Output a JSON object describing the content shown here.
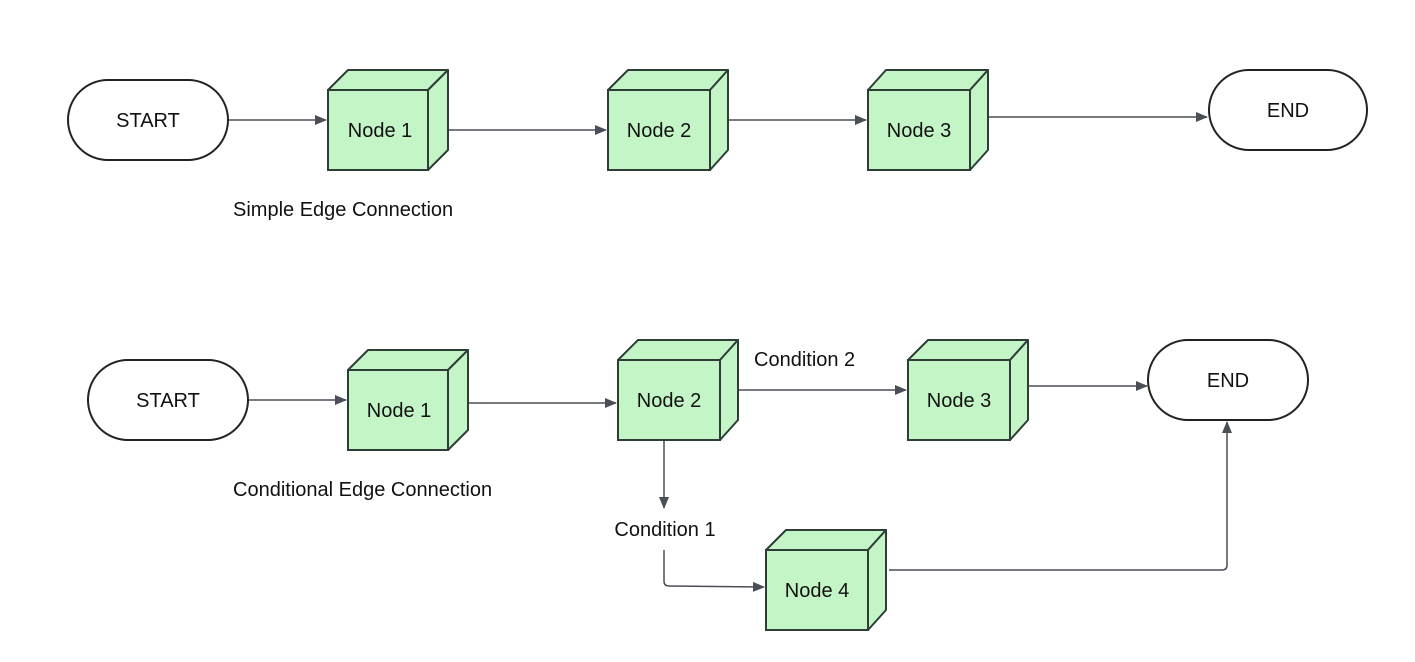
{
  "simple": {
    "start": "START",
    "node1": "Node 1",
    "node2": "Node 2",
    "node3": "Node 3",
    "end": "END",
    "caption": "Simple Edge Connection"
  },
  "conditional": {
    "start": "START",
    "node1": "Node 1",
    "node2": "Node 2",
    "node3": "Node 3",
    "node4": "Node 4",
    "end": "END",
    "condition1": "Condition 1",
    "condition2": "Condition 2",
    "caption": "Conditional Edge Connection"
  },
  "colors": {
    "node_fill": "#c3f5c6",
    "node_stroke": "#2e3e36",
    "edge": "#4a4f57"
  }
}
